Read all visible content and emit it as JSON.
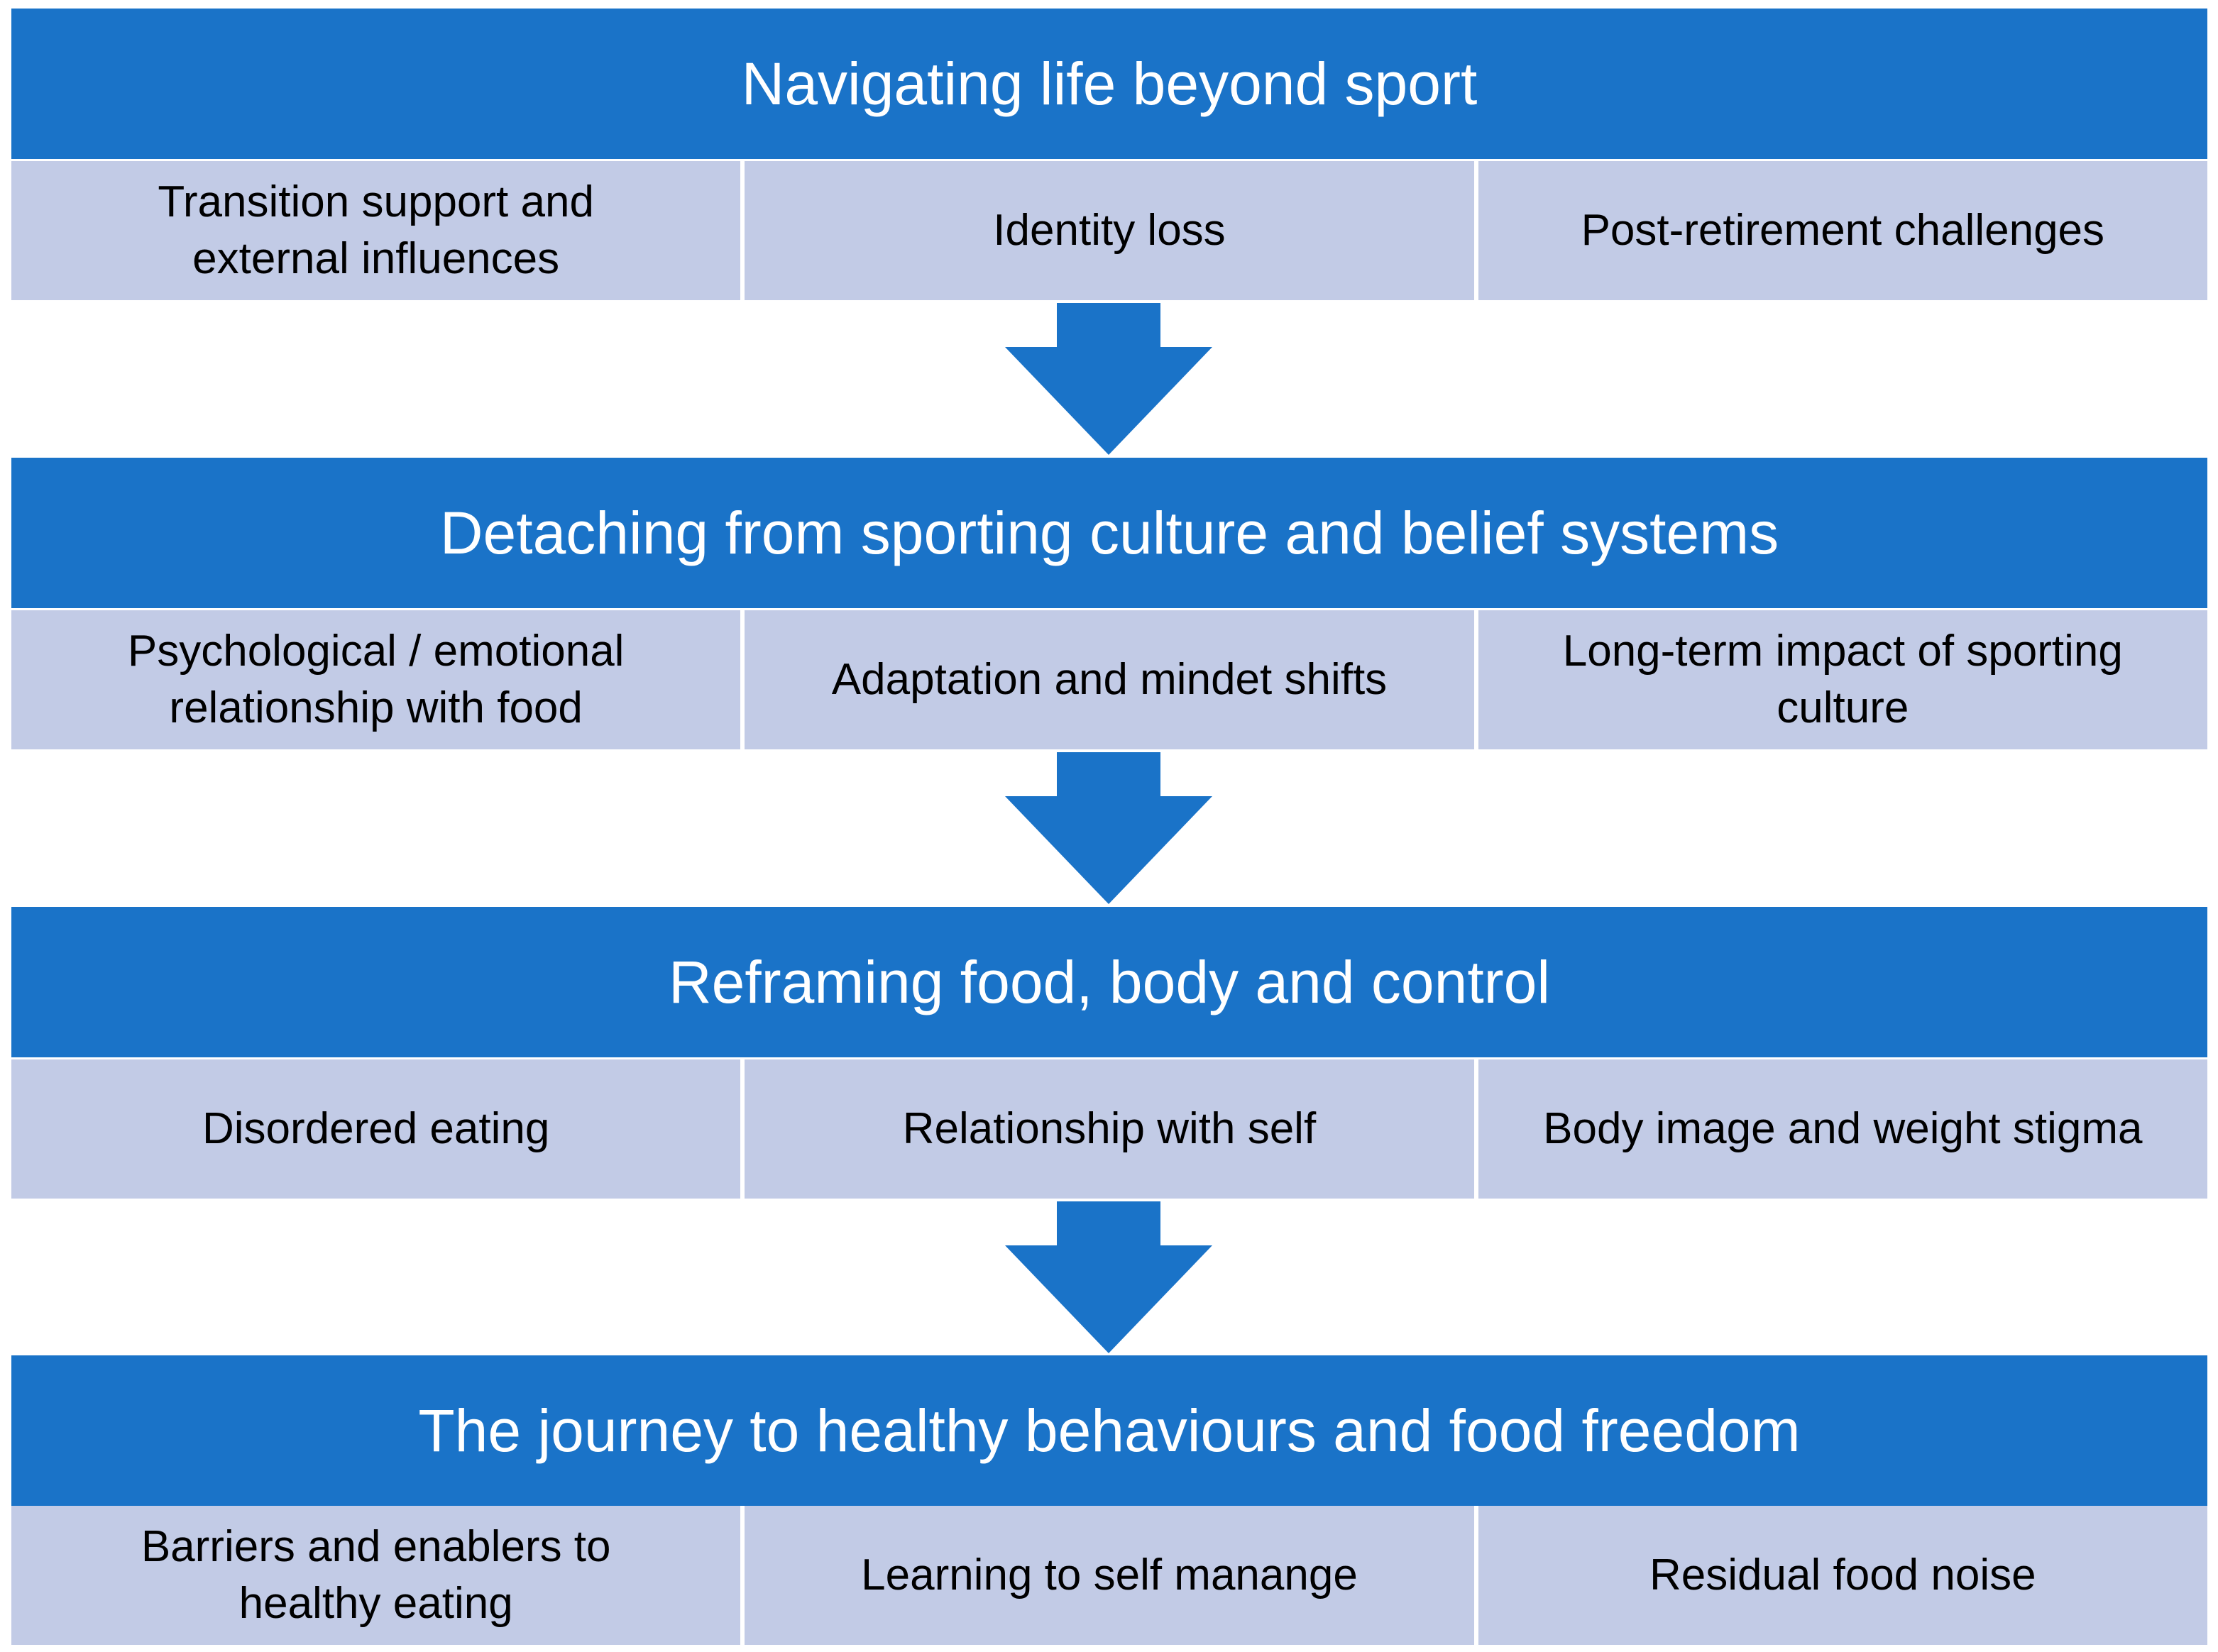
{
  "stages": [
    {
      "title": "Navigating life beyond sport",
      "subthemes": [
        "Transition support and external influences",
        "Identity loss",
        "Post-retirement challenges"
      ]
    },
    {
      "title": "Detaching from sporting culture and belief systems",
      "subthemes": [
        "Psychological / emotional relationship with food",
        "Adaptation and mindet shifts",
        "Long-term impact of sporting culture"
      ]
    },
    {
      "title": "Reframing food, body and control",
      "subthemes": [
        "Disordered eating",
        "Relationship with self",
        "Body image and weight stigma"
      ]
    },
    {
      "title": "The journey to healthy behaviours and food freedom",
      "subthemes": [
        "Barriers and enablers to healthy eating",
        "Learning to self manange",
        "Residual food noise"
      ]
    }
  ],
  "colors": {
    "header": "#1a73c8",
    "subtheme": "#c2cbe6",
    "arrow": "#1a73c8"
  }
}
